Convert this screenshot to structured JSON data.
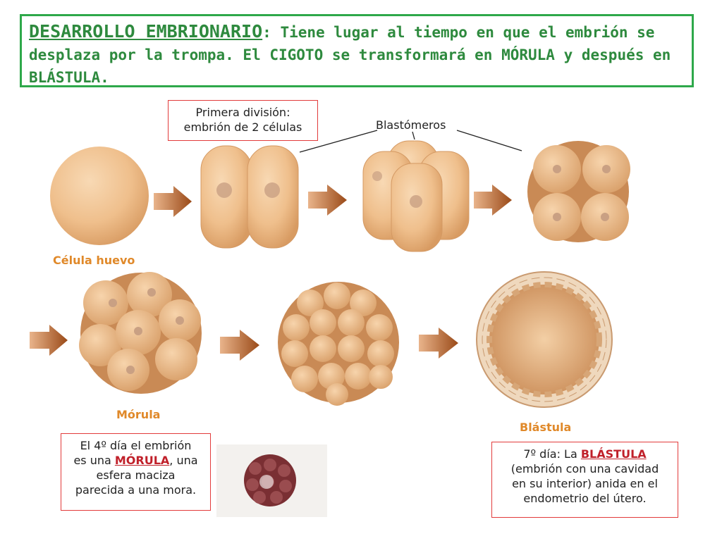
{
  "header": {
    "title": "DESARROLLO EMBRIONARIO",
    "title_suffix": ":",
    "text_1": " Tiene lugar al tiempo en que el embrión se desplaza por la trompa. El CIGOTO se transformará en MÓRULA y después en BLÁSTULA."
  },
  "captions": {
    "first_division_line1": "Primera división:",
    "first_division_line2": "embrión de 2 células",
    "blastomeros": "Blastómeros",
    "celula_huevo": "Célula huevo",
    "morula": "Mórula",
    "blastula": "Blástula"
  },
  "morula_note": {
    "line1": "El 4º día el embrión",
    "line2_pre": "es una ",
    "line2_emph": "MÓRULA",
    "line2_post": ", una",
    "line3": "esfera maciza",
    "line4": "parecida a una mora."
  },
  "blastula_note": {
    "line1_pre": "7º día: La ",
    "line1_emph": "BLÁSTULA",
    "line2": "(embrión con una cavidad",
    "line3": "en su interior) anida en el",
    "line4": "endometrio del útero."
  },
  "colors": {
    "frame_green": "#2ea84a",
    "note_red": "#e23b3b",
    "label_orange": "#e0892a",
    "cell": "#f0c492",
    "arrow": "#a8551f"
  },
  "icons": [
    "cell-icon",
    "arrow-right-icon"
  ]
}
